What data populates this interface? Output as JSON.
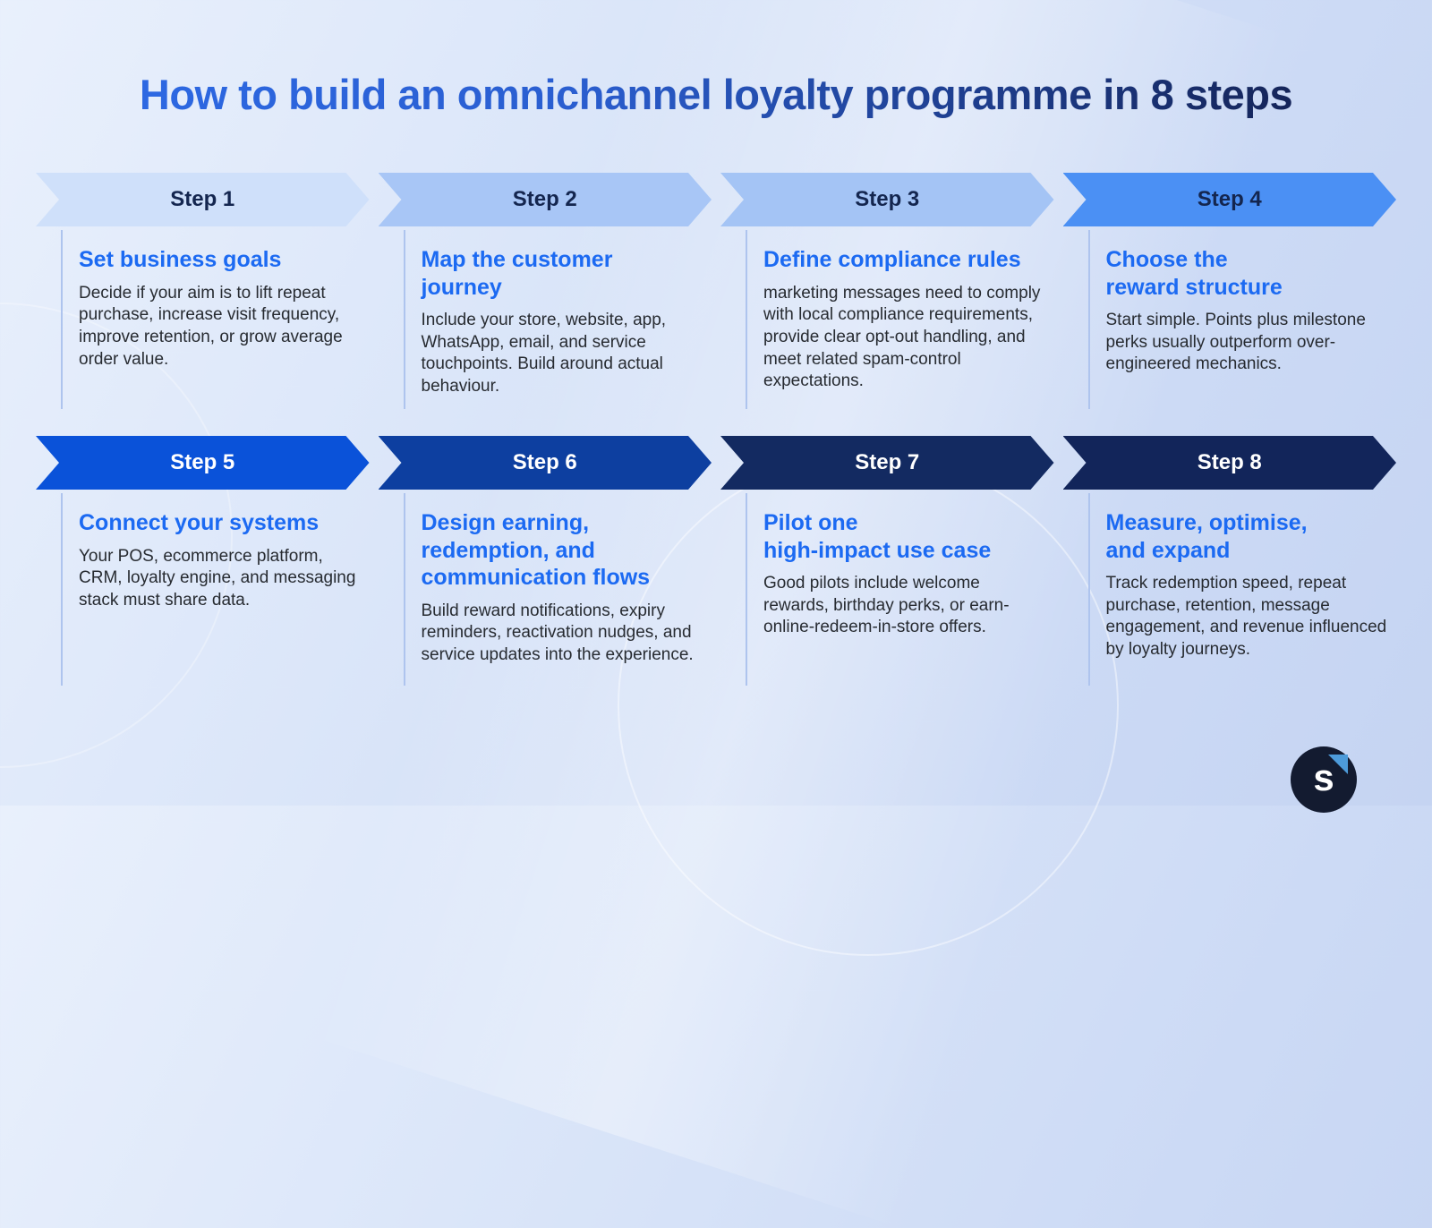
{
  "title": "How to build an omnichannel loyalty programme in 8 steps",
  "colors": {
    "title_gradient_start": "#2e6be8",
    "title_gradient_end": "#131f4e",
    "heading_blue": "#1c6af2",
    "body_text": "#272b31",
    "divider": "#aec4ee",
    "background": "#d7e3f8",
    "logo_circle": "#131b30",
    "logo_triangle": "#4d9bda"
  },
  "steps": [
    {
      "label": "Step 1",
      "banner_color": "#cfe0fa",
      "label_color": "#14264f",
      "heading": "Set business goals",
      "body": "Decide if your aim is to lift repeat purchase, increase visit frequency, improve retention, or grow average order value."
    },
    {
      "label": "Step 2",
      "banner_color": "#a8c6f6",
      "label_color": "#14264f",
      "heading": "Map the customer\njourney",
      "body": "Include your store, website, app, WhatsApp, email, and service touchpoints. Build around actual behaviour."
    },
    {
      "label": "Step 3",
      "banner_color": "#a4c4f5",
      "label_color": "#14264f",
      "heading": "Define compliance rules",
      "body": "marketing messages need to comply with local compliance requirements, provide clear opt-out handling, and meet related spam-control expectations."
    },
    {
      "label": "Step 4",
      "banner_color": "#4b90f4",
      "label_color": "#14264f",
      "heading": "Choose the\nreward structure",
      "body": "Start simple. Points plus milestone perks usually outperform over-engineered mechanics."
    },
    {
      "label": "Step 5",
      "banner_color": "#0a52d9",
      "label_color": "#ffffff",
      "heading": "Connect your systems",
      "body": "Your POS, ecommerce platform, CRM, loyalty engine, and messaging stack must share data."
    },
    {
      "label": "Step 6",
      "banner_color": "#0d3fa0",
      "label_color": "#ffffff",
      "heading": "Design earning,\nredemption, and\ncommunication flows",
      "body": "Build reward notifications, expiry reminders, reactivation nudges, and service updates into the experience."
    },
    {
      "label": "Step 7",
      "banner_color": "#132a61",
      "label_color": "#ffffff",
      "heading": "Pilot one\nhigh-impact use case",
      "body": "Good pilots include welcome rewards, birthday perks, or earn-online-redeem-in-store offers."
    },
    {
      "label": "Step 8",
      "banner_color": "#12255a",
      "label_color": "#ffffff",
      "heading": "Measure, optimise,\nand expand",
      "body": "Track redemption speed, repeat purchase, retention, message engagement, and revenue influenced by loyalty journeys."
    }
  ],
  "logo": {
    "letter": "s"
  }
}
